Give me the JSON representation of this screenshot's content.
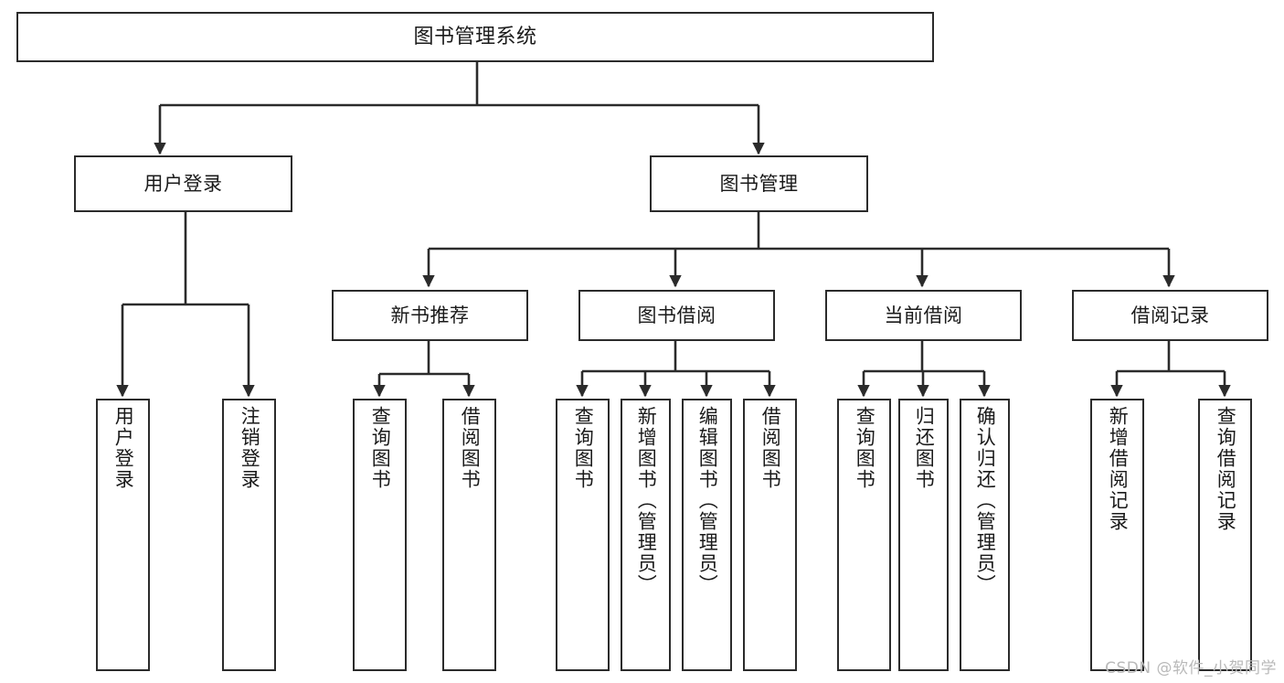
{
  "diagram": {
    "title": "图书管理系统",
    "type": "功能结构图",
    "line_color": "#2b2b2b",
    "box_fill": "#ffffff",
    "text_color": "#1a1a1a"
  },
  "root": {
    "label": "图书管理系统"
  },
  "level1": [
    {
      "id": "user-login",
      "label": "用户登录"
    },
    {
      "id": "book-management",
      "label": "图书管理"
    }
  ],
  "level2": [
    {
      "id": "new-book-recommend",
      "label": "新书推荐"
    },
    {
      "id": "book-borrow",
      "label": "图书借阅"
    },
    {
      "id": "current-borrow",
      "label": "当前借阅"
    },
    {
      "id": "borrow-record",
      "label": "借阅记录"
    }
  ],
  "leaves": {
    "user_login": [
      {
        "id": "leaf-user-login",
        "label": "用户登录"
      },
      {
        "id": "leaf-logout-login",
        "label": "注销登录"
      }
    ],
    "new_book_recommend": [
      {
        "id": "leaf-query-book-1",
        "label": "查询图书"
      },
      {
        "id": "leaf-borrow-book-1",
        "label": "借阅图书"
      }
    ],
    "book_borrow": [
      {
        "id": "leaf-query-book-2",
        "label": "查询图书"
      },
      {
        "id": "leaf-add-book",
        "label": "新增图书（管理员）"
      },
      {
        "id": "leaf-edit-book",
        "label": "编辑图书（管理员）"
      },
      {
        "id": "leaf-borrow-book-2",
        "label": "借阅图书"
      }
    ],
    "current_borrow": [
      {
        "id": "leaf-query-book-3",
        "label": "查询图书"
      },
      {
        "id": "leaf-return-book",
        "label": "归还图书"
      },
      {
        "id": "leaf-confirm-return",
        "label": "确认归还（管理员）"
      }
    ],
    "borrow_record": [
      {
        "id": "leaf-add-record",
        "label": "新增借阅记录"
      },
      {
        "id": "leaf-query-record",
        "label": "查询借阅记录"
      }
    ]
  },
  "watermark": {
    "text": "CSDN @软件_小贺同学"
  }
}
